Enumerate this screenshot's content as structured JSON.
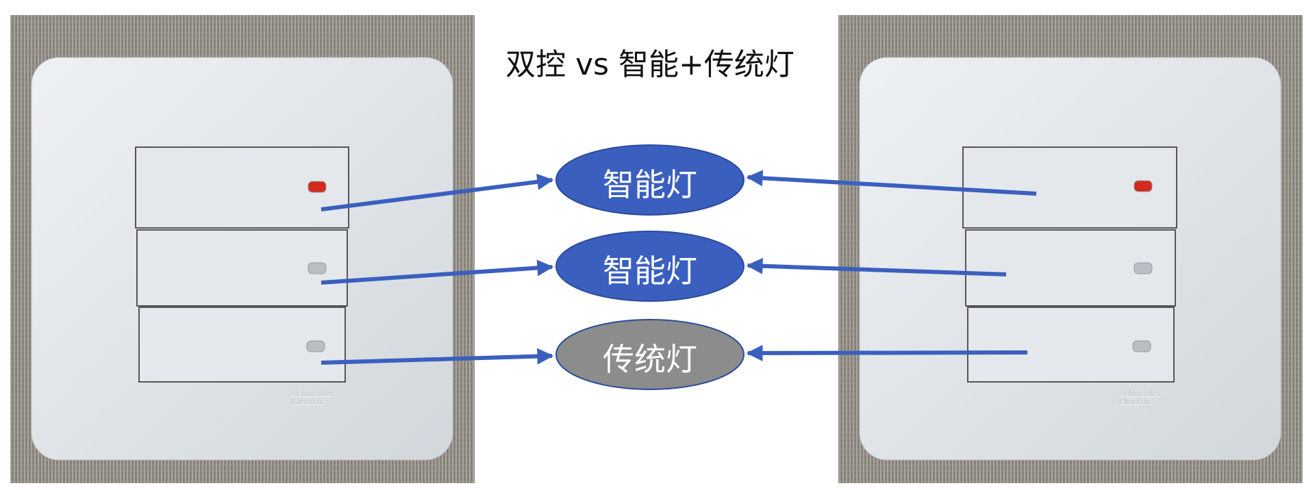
{
  "title": "双控 vs 智能+传统灯",
  "labels": [
    {
      "text": "智能灯",
      "color": "#3a5fbf"
    },
    {
      "text": "智能灯",
      "color": "#3a5fbf"
    },
    {
      "text": "传统灯",
      "color": "#8c8c8c"
    }
  ],
  "brand": "Schneider Electric",
  "colors": {
    "arrow": "#3a5fbf",
    "indicator_on": "#d42a1e",
    "indicator_off": "#b8bec4"
  }
}
